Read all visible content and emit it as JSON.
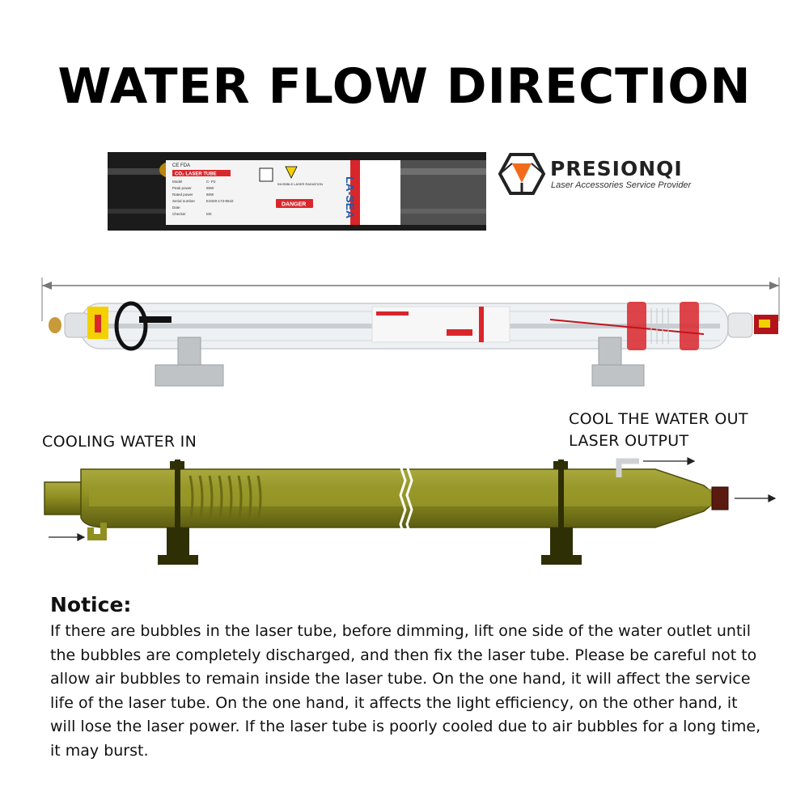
{
  "title": "WATER FLOW DIRECTION",
  "brand": {
    "name": "PRESIONQI",
    "tagline": "Laser Accessories Service Provider",
    "logo_icon": "hexagon-logo-icon",
    "accent_color": "#f26b1d"
  },
  "label_closeup": {
    "certs": "CE FDA",
    "product": "CO₂ LASER TUBE",
    "fields": [
      {
        "key": "Model",
        "value": "C-  P2"
      },
      {
        "key": "Peak power",
        "value": "95W"
      },
      {
        "key": "Rated power",
        "value": "80W"
      },
      {
        "key": "Serial number",
        "value": "E3329-173-8642"
      },
      {
        "key": "Date",
        "value": ""
      },
      {
        "key": "Checker",
        "value": "MX"
      }
    ],
    "warning": "INVISIBLE LASER RADIATION",
    "danger": "DANGER",
    "maker": "LA-SEA"
  },
  "flow_labels": {
    "inlet": "COOLING WATER IN",
    "outlet_line1": "COOL THE WATER OUT",
    "outlet_line2": "LASER OUTPUT"
  },
  "notice": {
    "heading": "Notice:",
    "body": "If there are bubbles in the laser tube, before dimming, lift one side of the water outlet until the bubbles are completely discharged, and then fix the laser tube. Please be careful not to allow air bubbles to remain inside the laser tube. On the one hand, it will affect the service life of the laser tube. On the one hand, it affects the light efficiency, on the other hand, it will lose the laser power. If the laser tube is poorly cooled due to air bubbles for a long time, it may burst."
  },
  "colors": {
    "tube_olive": "#8f8f22",
    "label_red": "#d9262b",
    "brand_orange": "#f26b1d"
  }
}
